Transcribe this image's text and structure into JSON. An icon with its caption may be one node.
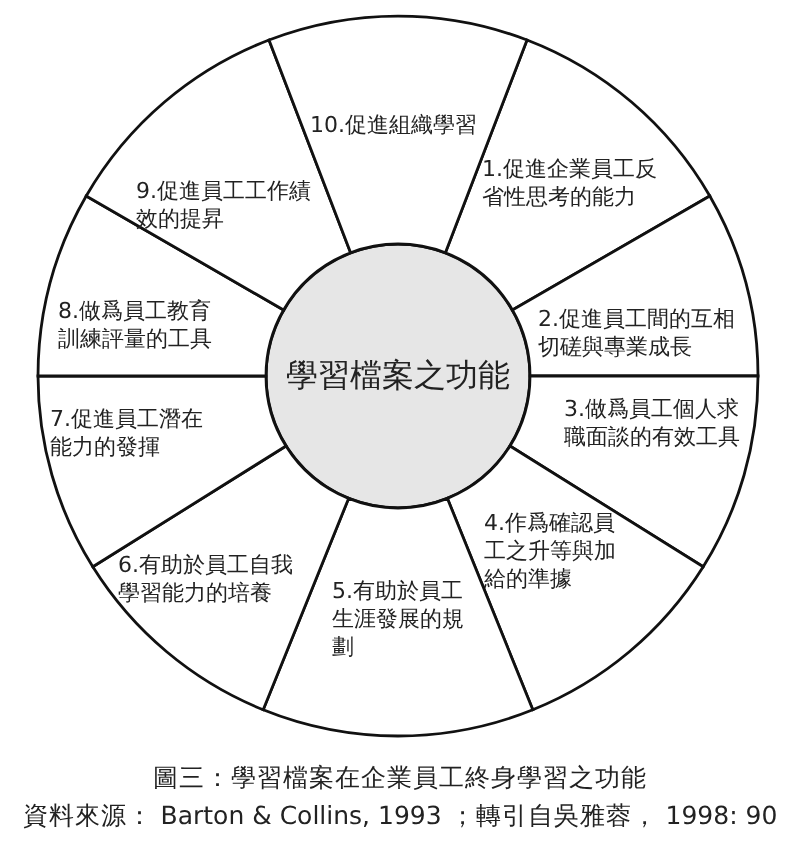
{
  "diagram": {
    "caption": "圖三：學習檔案在企業員工終身學習之功能",
    "nodes": [
      {
        "text": [
          "學習檔案之功能"
        ]
      },
      {
        "text": [
          "1.促進企業員工反省性思考的能力"
        ]
      },
      {
        "text": [
          "2.促進員工間的互相切磋與專業成長"
        ]
      },
      {
        "text": [
          "3.做爲員工個人求職面談的有效工具"
        ]
      },
      {
        "text": [
          "4.作爲確認員工之升等與加給的準據"
        ]
      },
      {
        "text": [
          "5.有助於員工生涯發展的規劃"
        ]
      },
      {
        "text": [
          "6.有助於員工自我學習能力的培養"
        ]
      },
      {
        "text": [
          "7.促進員工潛在能力的發揮"
        ]
      },
      {
        "text": [
          "8.做爲員工教育訓練評量的工具"
        ]
      },
      {
        "text": [
          "9.促進員工工作績效的提昇"
        ]
      },
      {
        "text": [
          "10.促進組織學習"
        ]
      }
    ],
    "labels": [
      "資料來源： Barton & Collins, 1993 ；轉引自吳雅蓉， 1998: 90"
    ]
  }
}
